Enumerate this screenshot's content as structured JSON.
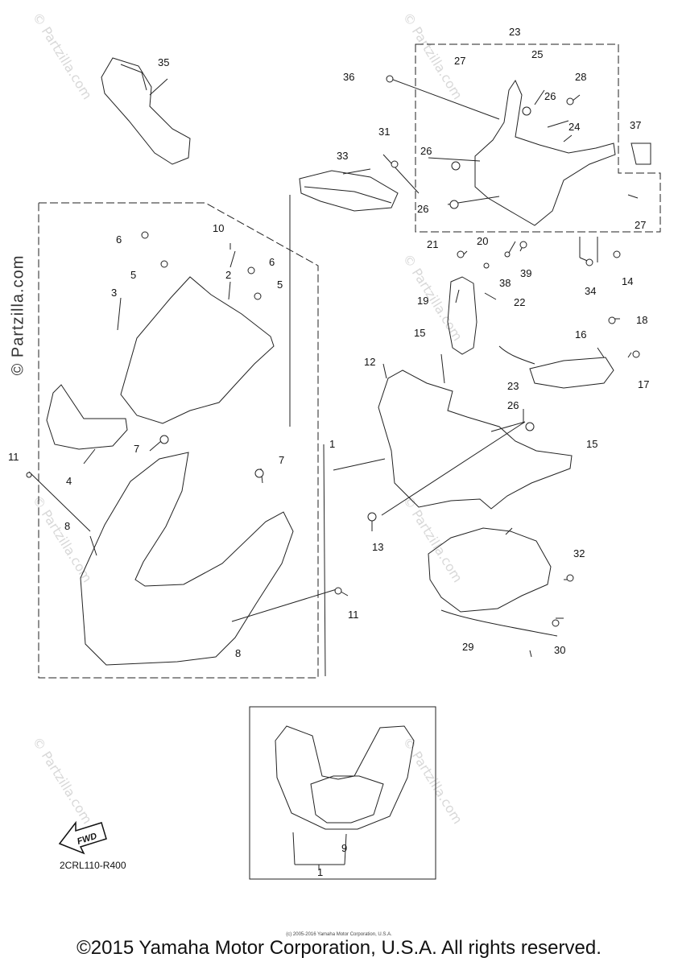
{
  "watermark": "© Partzilla.com",
  "side_watermark": "© Partzilla.com",
  "diagram_code": "2CRL110-R400",
  "fwd_label": "FWD",
  "small_copyright": "(c) 2005-2016 Yamaha Motor Corporation, U.S.A.",
  "footer": "©2015 Yamaha Motor Corporation, U.S.A. All rights reserved.",
  "callouts": [
    "1",
    "1",
    "1",
    "2",
    "3",
    "4",
    "5",
    "5",
    "6",
    "6",
    "7",
    "7",
    "8",
    "8",
    "9",
    "10",
    "11",
    "11",
    "12",
    "13",
    "14",
    "15",
    "15",
    "16",
    "17",
    "18",
    "19",
    "20",
    "21",
    "22",
    "23",
    "23",
    "24",
    "25",
    "26",
    "26",
    "26",
    "26",
    "26",
    "27",
    "27",
    "28",
    "29",
    "30",
    "31",
    "32",
    "33",
    "34",
    "35",
    "36",
    "37",
    "38",
    "39"
  ]
}
